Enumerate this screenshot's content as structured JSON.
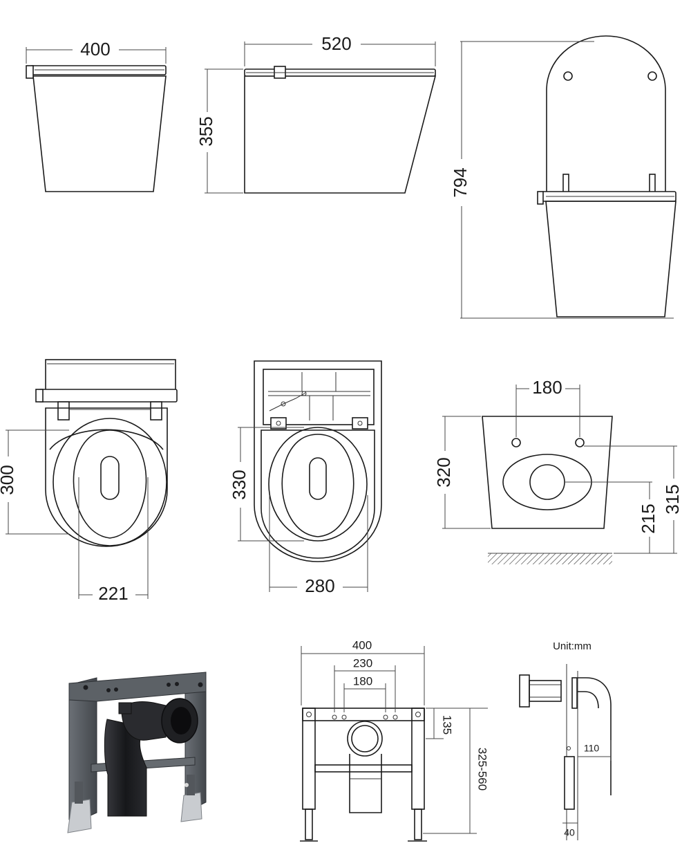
{
  "unit_label": "Unit:mm",
  "dimensions": {
    "front_width": "400",
    "side_length": "520",
    "side_height": "355",
    "lid_open_height": "794",
    "top_seat_length": "300",
    "top_seat_width": "221",
    "bottom_seat_length": "330",
    "bottom_seat_width": "280",
    "rear_bolt_spacing": "180",
    "rear_height": "320",
    "rear_outlet_height": "215",
    "rear_top_hole_height": "315",
    "frame_width": "400",
    "frame_hole_spacing_outer": "230",
    "frame_hole_spacing_inner": "180",
    "frame_top_offset": "135",
    "frame_height_range": "325-560",
    "pipe_offset": "110",
    "plate_thickness": "40"
  },
  "colors": {
    "line": "#1a1a1a",
    "frame": "#55595e",
    "pipe": "#1e1f22"
  }
}
